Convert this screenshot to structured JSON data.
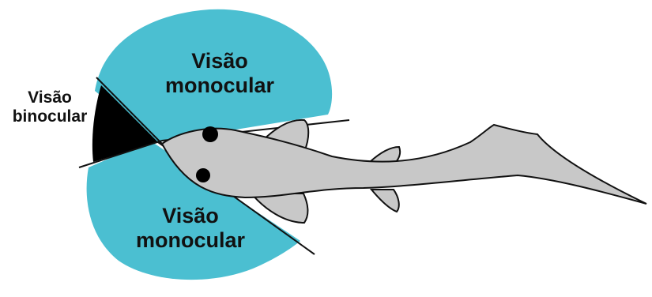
{
  "labels": {
    "monocular_top": {
      "line1": "Visão",
      "line2": "monocular"
    },
    "monocular_bottom": {
      "line1": "Visão",
      "line2": "monocular"
    },
    "binocular": {
      "line1": "Visão",
      "line2": "binocular"
    }
  },
  "colors": {
    "visual_field": "#4bbfd1",
    "binocular_zone": "#000000",
    "fish_body": "#c8c8c8",
    "outline": "#111111",
    "eye": "#000000",
    "background": "#ffffff"
  }
}
